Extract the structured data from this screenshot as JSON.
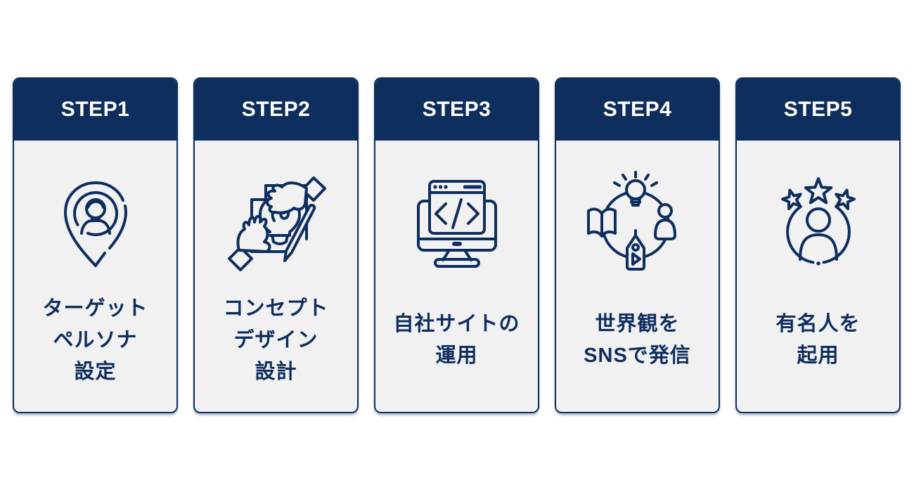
{
  "theme": {
    "navy": "#0e2e5e",
    "card_bg": "#f1f1f2",
    "page_bg": "#ffffff",
    "header_text": "#ffffff"
  },
  "cards": [
    {
      "step": "STEP1",
      "icon": "persona-pin-icon",
      "label_lines": [
        "ターゲット",
        "ペルソナ",
        "設定"
      ]
    },
    {
      "step": "STEP2",
      "icon": "concept-design-icon",
      "label_lines": [
        "コンセプト",
        "デザイン",
        "設計"
      ]
    },
    {
      "step": "STEP3",
      "icon": "website-code-icon",
      "label_lines": [
        "自社サイトの",
        "運用"
      ]
    },
    {
      "step": "STEP4",
      "icon": "sns-broadcast-icon",
      "label_lines": [
        "世界観を",
        "SNSで発信"
      ]
    },
    {
      "step": "STEP5",
      "icon": "celebrity-icon",
      "label_lines": [
        "有名人を",
        "起用"
      ]
    }
  ]
}
